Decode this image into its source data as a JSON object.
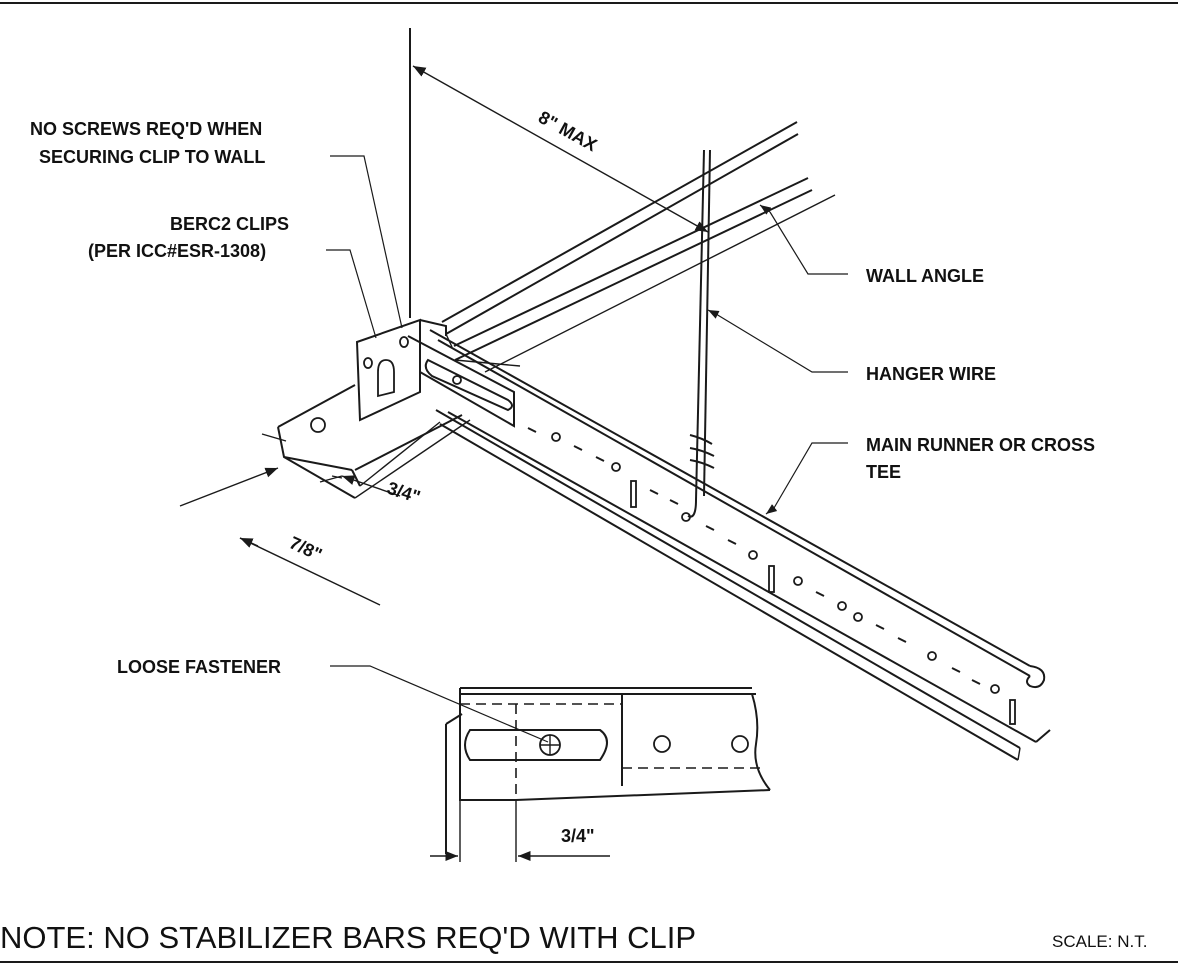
{
  "labels": {
    "no_screws_line1": "NO SCREWS REQ'D WHEN",
    "no_screws_line2": "SECURING CLIP TO WALL",
    "berc2_line1": "BERC2 CLIPS",
    "berc2_line2": "(PER ICC#ESR-1308)",
    "wall_angle": "WALL ANGLE",
    "hanger_wire": "HANGER WIRE",
    "main_runner_line1": "MAIN RUNNER OR CROSS",
    "main_runner_line2": "TEE",
    "loose_fastener": "LOOSE FASTENER"
  },
  "dimensions": {
    "max_spacing": "8\" MAX",
    "clip_offset": "3/4\"",
    "flange_width": "7/8\"",
    "detail_offset": "3/4\""
  },
  "footer": {
    "note": "NOTE:  NO STABILIZER BARS REQ'D WITH CLIP",
    "scale": "SCALE: N.T."
  }
}
